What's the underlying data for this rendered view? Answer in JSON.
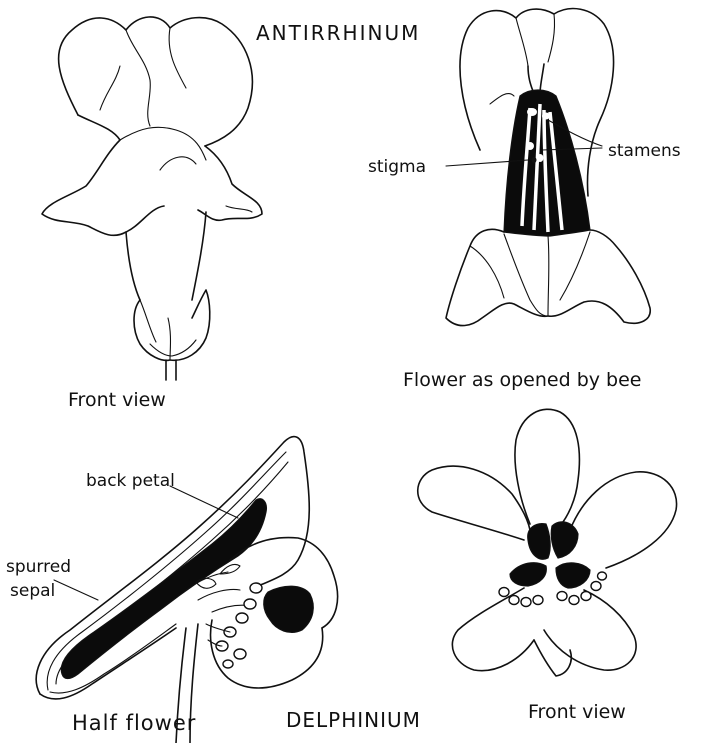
{
  "titles": {
    "top": "ANTIRRHINUM",
    "bottom": "DELPHINIUM"
  },
  "captions": {
    "antirrhinum_front": "Front view",
    "antirrhinum_opened": "Flower as opened by bee",
    "delphinium_half": "Half flower",
    "delphinium_front": "Front view"
  },
  "labels": {
    "stigma": "stigma",
    "stamens": "stamens",
    "back_petal": "back petal",
    "spurred_sepal_line1": "spurred",
    "spurred_sepal_line2": "sepal"
  }
}
